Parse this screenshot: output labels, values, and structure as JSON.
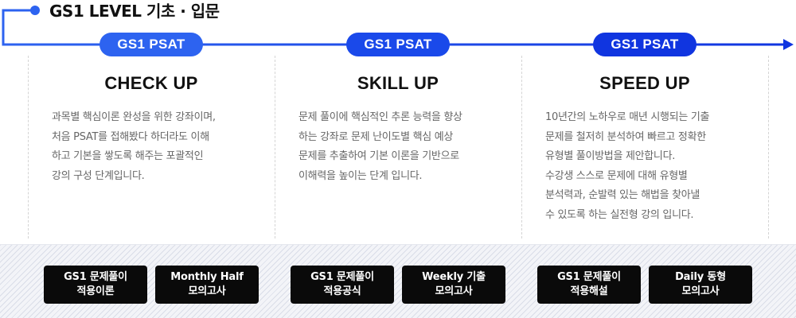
{
  "header": {
    "title": "GS1 LEVEL 기초 · 입문"
  },
  "colors": {
    "timeline_start": "#2d63f0",
    "timeline_end": "#1035e0",
    "badge_1": "#2d63f0",
    "badge_2": "#1a49ea",
    "badge_3": "#1035e0",
    "button_bg": "#0a0a0a",
    "description_text": "#666666"
  },
  "icons": {
    "timeline_dot": "circle-dot-icon",
    "timeline_end": "arrow-right-icon"
  },
  "columns": [
    {
      "badge": "GS1 PSAT",
      "title": "CHECK UP",
      "description": [
        "과목별 핵심이론 완성을 위한 강좌이며,",
        "처음 PSAT를 접해봤다 하더라도 이해",
        "하고 기본을 쌓도록 해주는 포괄적인",
        "강의 구성 단계입니다."
      ],
      "buttons": [
        {
          "lines": [
            "GS1 문제풀이",
            "적용이론"
          ]
        },
        {
          "lines": [
            "Monthly Half",
            "모의고사"
          ]
        }
      ]
    },
    {
      "badge": "GS1 PSAT",
      "title": "SKILL UP",
      "description": [
        "문제 풀이에 핵심적인 추론 능력을 향상",
        "하는 강좌로 문제 난이도별 핵심 예상",
        "문제를 추출하여 기본 이론을 기반으로",
        "이해력을 높이는 단계 입니다."
      ],
      "buttons": [
        {
          "lines": [
            "GS1 문제풀이",
            "적용공식"
          ]
        },
        {
          "lines": [
            "Weekly 기출",
            "모의고사"
          ]
        }
      ]
    },
    {
      "badge": "GS1 PSAT",
      "title": "SPEED UP",
      "description": [
        "10년간의 노하우로 매년 시행되는 기출",
        "문제를 철저히 분석하여 빠르고 정확한",
        "유형별 풀이방법을 제안합니다.",
        "수강생 스스로 문제에 대해 유형별",
        "분석력과, 순발력 있는 해법을 찾아낼",
        "수 있도록 하는 실전형 강의 입니다."
      ],
      "buttons": [
        {
          "lines": [
            "GS1 문제풀이",
            "적용해설"
          ]
        },
        {
          "lines": [
            "Daily 동형",
            "모의고사"
          ]
        }
      ]
    }
  ]
}
